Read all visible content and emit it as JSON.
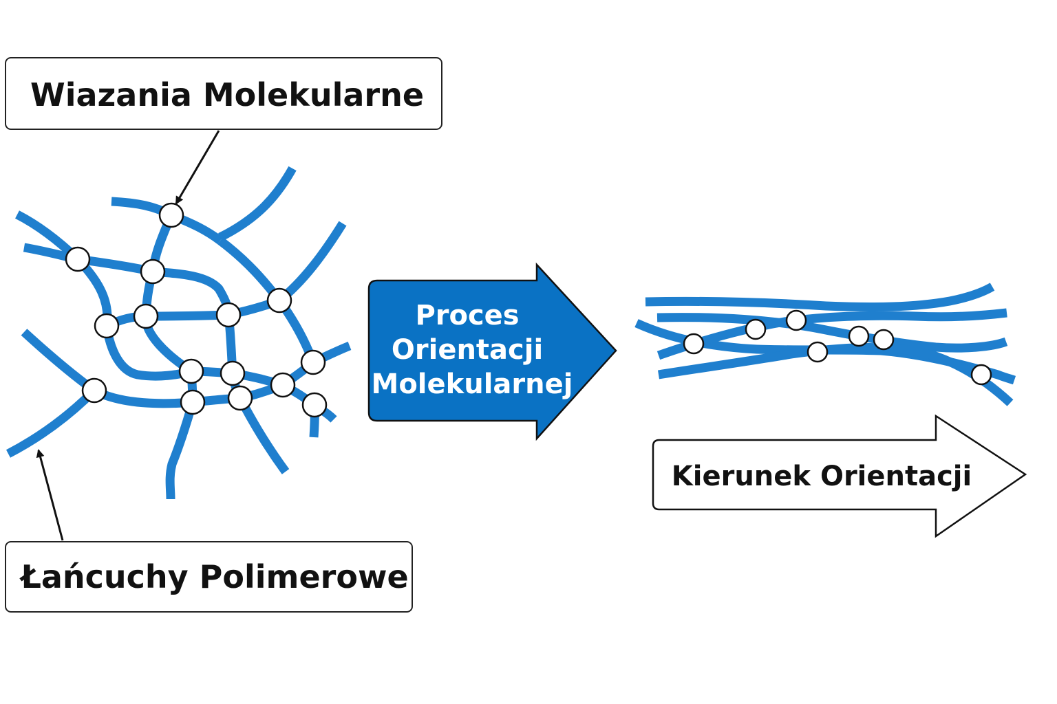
{
  "labels": {
    "bonds": "Wiazania Molekularne",
    "chains": "Łańcuchy Polimerowe",
    "process_lines": [
      "Proces",
      "Orientacji",
      "Molekularnej"
    ],
    "direction": "Kierunek Orientacji"
  },
  "colors": {
    "chain": "#1f7fce",
    "process_arrow": "#0a72c4",
    "node_fill": "#ffffff",
    "outline": "#111111"
  }
}
